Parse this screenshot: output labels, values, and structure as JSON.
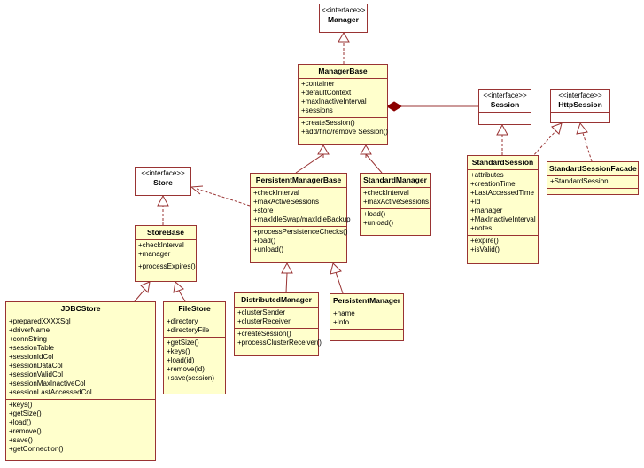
{
  "boxes": {
    "manager": {
      "stereotype": "<<interface>>",
      "name": "Manager",
      "attrs": [],
      "ops": []
    },
    "managerbase": {
      "name": "ManagerBase",
      "attrs": [
        "+container",
        "+defaultContext",
        "+maxInactiveInterval",
        "+sessions"
      ],
      "ops": [
        "+createSession()",
        "+add/find/remove Session()"
      ]
    },
    "session": {
      "stereotype": "<<interface>>",
      "name": "Session",
      "attrs": [],
      "ops": []
    },
    "httpsession": {
      "stereotype": "<<interface>>",
      "name": "HttpSession",
      "attrs": [],
      "ops": []
    },
    "store": {
      "stereotype": "<<interface>>",
      "name": "Store",
      "attrs": [],
      "ops": []
    },
    "storebase": {
      "name": "StoreBase",
      "attrs": [
        "+checkInterval",
        "+manager"
      ],
      "ops": [
        "+processExpires()"
      ]
    },
    "pmb": {
      "name": "PersistentManagerBase",
      "attrs": [
        "+checkInterval",
        "+maxActiveSessions",
        "+store",
        "+maxIdleSwap/maxIdleBackup"
      ],
      "ops": [
        "+processPersistenceChecks()",
        "+load()",
        "+unload()"
      ]
    },
    "standardmanager": {
      "name": "StandardManager",
      "attrs": [
        "+checkInterval",
        "+maxActiveSessions"
      ],
      "ops": [
        "+load()",
        "+unload()"
      ]
    },
    "standardsession": {
      "name": "StandardSession",
      "attrs": [
        "+attributes",
        "+creationTime",
        "+LastAccessedTime",
        "+Id",
        "+manager",
        "+MaxInactiveInterval",
        "+notes"
      ],
      "ops": [
        "+expire()",
        "+isValid()"
      ]
    },
    "facade": {
      "name": "StandardSessionFacade",
      "attrs": [
        "+StandardSession"
      ],
      "ops": []
    },
    "distributed": {
      "name": "DistributedManager",
      "attrs": [
        "+clusterSender",
        "+clusterReceiver"
      ],
      "ops": [
        "+createSession()",
        "+processClusterReceiver()"
      ]
    },
    "persistentmanager": {
      "name": "PersistentManager",
      "attrs": [
        "+name",
        "+Info"
      ],
      "ops": []
    },
    "jdbcstore": {
      "name": "JDBCStore",
      "attrs": [
        "+preparedXXXXSql",
        "+driverName",
        "+connString",
        "+sessionTable",
        "+sessionIdCol",
        "+sessionDataCol",
        "+sessionValidCol",
        "+sessionMaxInactiveCol",
        "+sessionLastAccessedCol"
      ],
      "ops": [
        "+keys()",
        "+getSize()",
        "+load()",
        "+remove()",
        "+save()",
        "+getConnection()"
      ]
    },
    "filestore": {
      "name": "FileStore",
      "attrs": [
        "+directory",
        "+directoryFile"
      ],
      "ops": [
        "+getSize()",
        "+keys()",
        "+load(id)",
        "+remove(id)",
        "+save(session)"
      ]
    }
  }
}
